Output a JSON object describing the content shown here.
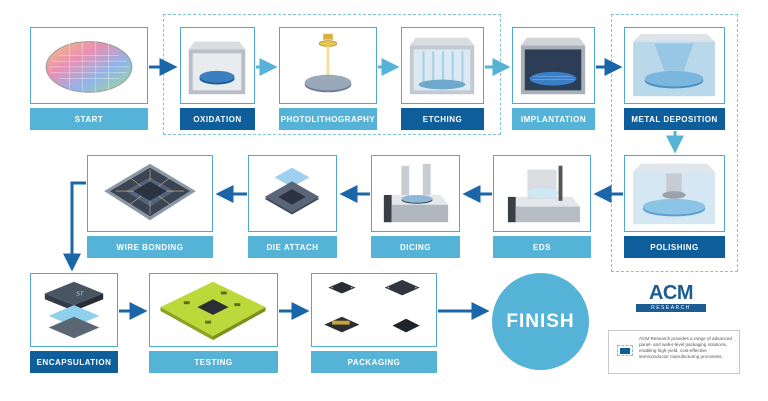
{
  "steps": {
    "start": "START",
    "oxidation": "OXIDATION",
    "photolithography": "PHOTOLITHOGRAPHY",
    "etching": "ETCHING",
    "implantation": "IMPLANTATION",
    "metal_deposition": "METAL DEPOSITION",
    "polishing": "POLISHING",
    "eds": "EDS",
    "dicing": "DICING",
    "die_attach": "DIE ATTACH",
    "wire_bonding": "WIRE BONDING",
    "encapsulation": "ENCAPSULATION",
    "testing": "TESTING",
    "packaging": "PACKAGING"
  },
  "finish": "FINISH",
  "logo": {
    "main": "ACM",
    "sub": "RESEARCH"
  },
  "legend": {
    "text": "ACM Research provides a range of advanced panel- and wafer-level packaging solutions, enabling high-yield, cost-effective semiconductor manufacturing processes."
  },
  "colors": {
    "light_label": "#56b3d8",
    "dark_label": "#0f5e9c",
    "arrow": "#1a66a8",
    "frame": "#7fc4d6"
  }
}
